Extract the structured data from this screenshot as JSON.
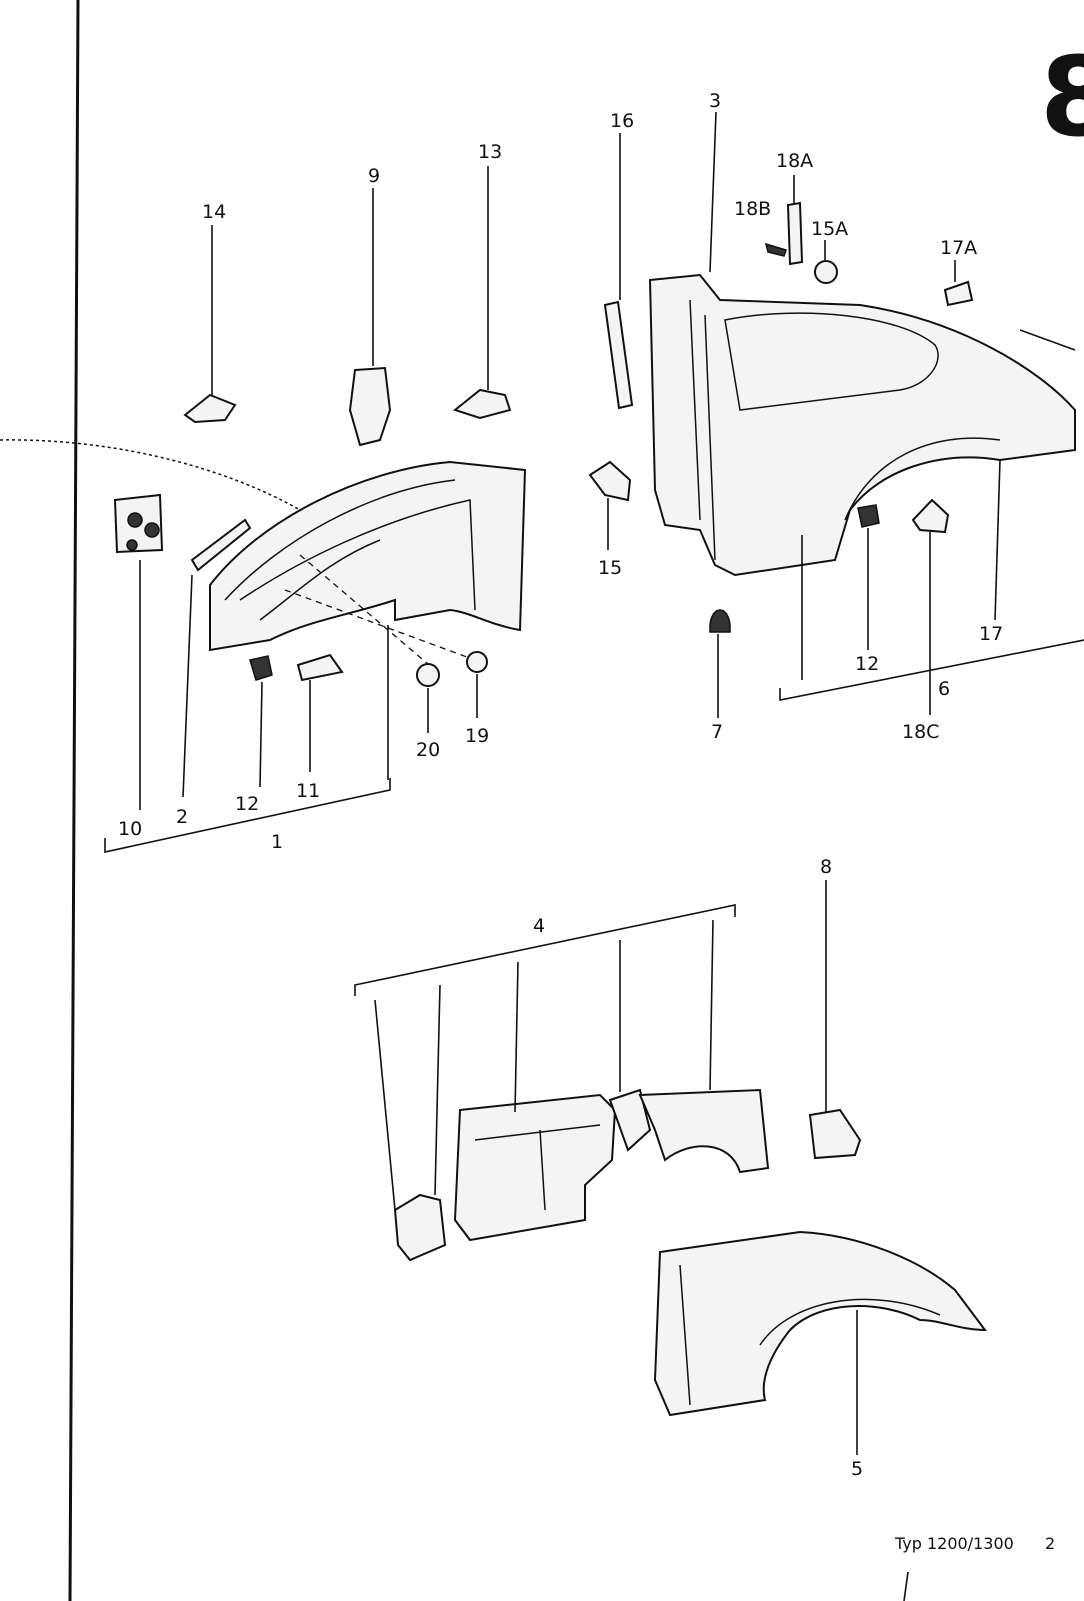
{
  "page_number": "8",
  "footer": {
    "model": "Typ 1200/1300",
    "page_ref": "2"
  },
  "callouts": {
    "c1": "1",
    "c2": "2",
    "c3": "3",
    "c4": "4",
    "c5": "5",
    "c6": "6",
    "c7": "7",
    "c8": "8",
    "c9": "9",
    "c10": "10",
    "c11": "11",
    "c12a": "12",
    "c12b": "12",
    "c13": "13",
    "c14": "14",
    "c15": "15",
    "c15a": "15A",
    "c16": "16",
    "c17": "17",
    "c17a": "17A",
    "c18a": "18A",
    "c18b": "18B",
    "c18c": "18C",
    "c19": "19",
    "c20": "20"
  }
}
